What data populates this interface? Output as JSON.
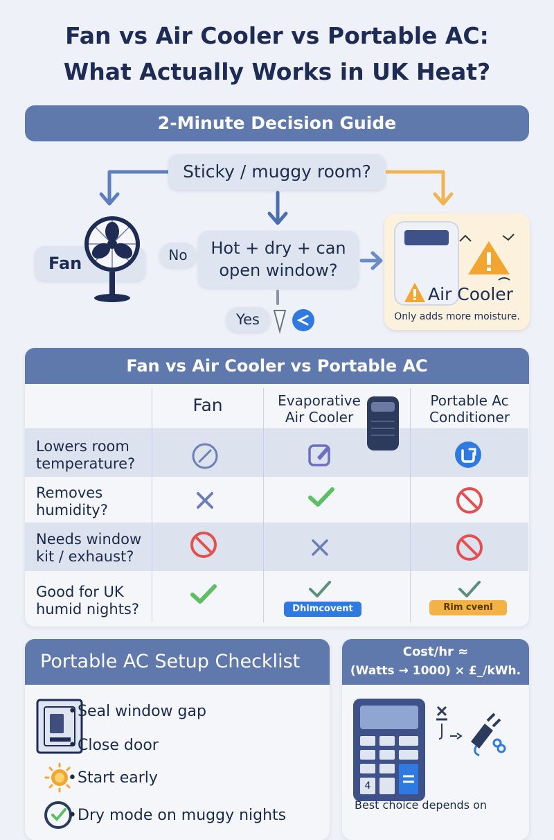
{
  "title": {
    "line1": "Fan vs Air Cooler vs Portable AC:",
    "line2": "What Actually Works in UK Heat?"
  },
  "decision_guide": {
    "banner": "2-Minute Decision Guide",
    "q_sticky": "Sticky / muggy room?",
    "q_hot_line1": "Hot + dry + can",
    "q_hot_line2": "open window?",
    "no_label": "No",
    "yes_label": "Yes",
    "fan_label": "Fan",
    "cooler_label": "Air Cooler",
    "cooler_note": "Only adds more moisture."
  },
  "comparison": {
    "banner": "Fan vs Air Cooler  vs Portable AC",
    "col_fan": "Fan",
    "col_cooler_line1": "Evaporative",
    "col_cooler_line2": "Air Cooler",
    "col_ac_line1": "Portable Ac",
    "col_ac_line2": "Conditioner",
    "rows": [
      {
        "label_line1": "Lowers room",
        "label_line2": "temperature?",
        "fan": "slash-circle-icon",
        "cooler": "edit-square-icon",
        "ac": "blue-badge-icon"
      },
      {
        "label_line1": "Removes",
        "label_line2": "humidity?",
        "fan": "cross-icon",
        "cooler": "check-icon",
        "ac": "no-icon"
      },
      {
        "label_line1": "Needs window",
        "label_line2": "kit / exhaust?",
        "fan": "no-icon",
        "cooler": "cross-icon",
        "ac": "no-icon"
      },
      {
        "label_line1": "Good for UK",
        "label_line2": "humid nights?",
        "fan": "check-icon",
        "cooler": "check-icon",
        "ac": "check-icon"
      }
    ],
    "tag_cooler": "Dhimcovent",
    "tag_ac": "Rim cvenl"
  },
  "checklist": {
    "banner": "Portable AC Setup Checklist",
    "items": [
      "Seal window gap",
      "Close door",
      "Start early",
      "Dry mode on muggy nights"
    ]
  },
  "cost": {
    "line1": "Cost/hr ≈",
    "line2": "(Watts → 1000) × £_/kWh.",
    "footer": "Best choice depends on"
  },
  "colors": {
    "banner": "#5f79ad",
    "navy": "#1e2c55",
    "check_green": "#5cbf63",
    "no_red": "#e4504f",
    "warning_orange": "#f2a531",
    "info_blue": "#2f7ae0"
  }
}
